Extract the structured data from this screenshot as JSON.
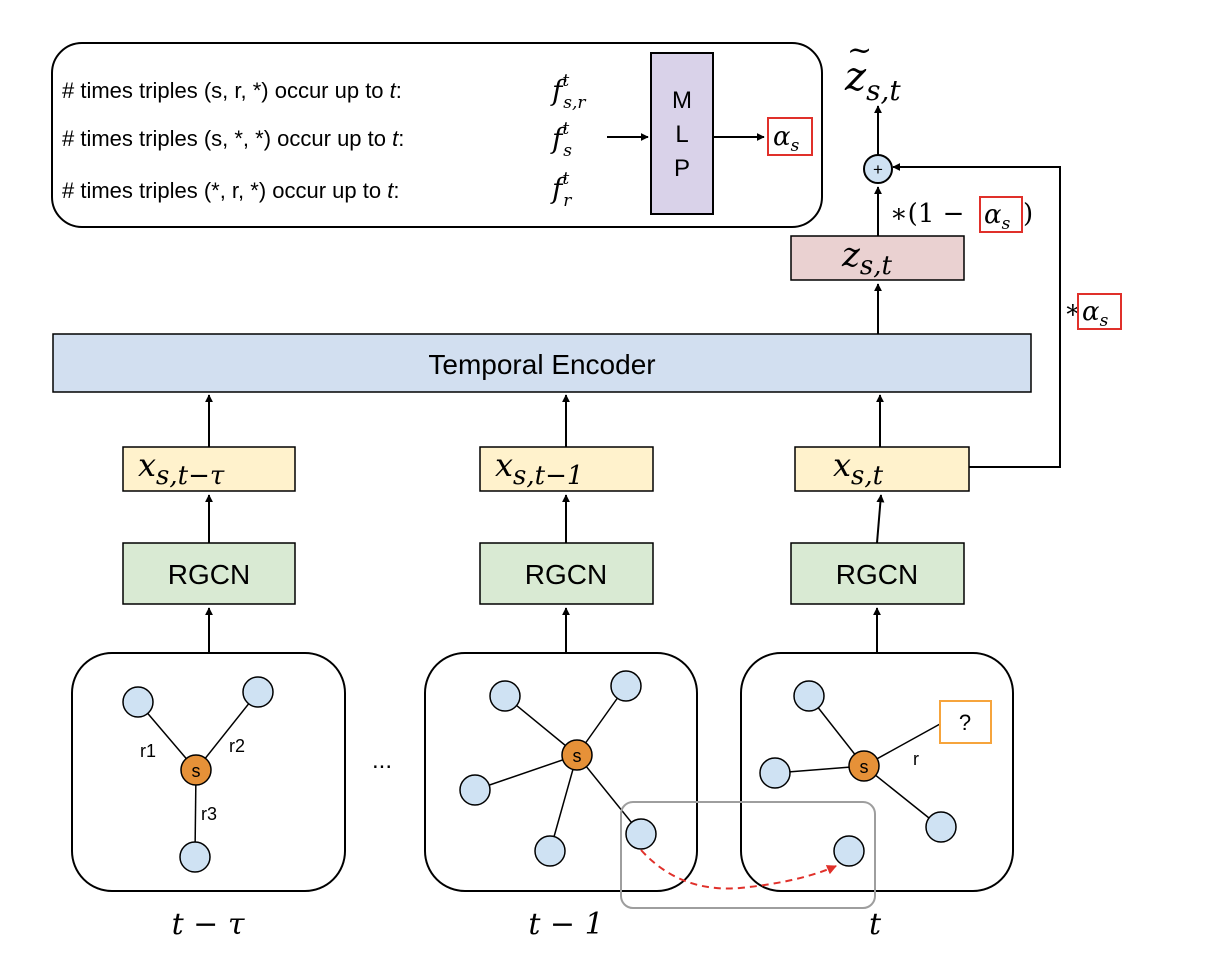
{
  "legend": {
    "rows": [
      {
        "prefix": "# times triples (s, r, *) occur up to ",
        "t": "t",
        "colon": ":",
        "feature_base": "f",
        "feature_sup": "t",
        "feature_sub": "s,r"
      },
      {
        "prefix": "# times triples (s, *, *) occur up to ",
        "t": "t",
        "colon": ":",
        "feature_base": "f",
        "feature_sup": "t",
        "feature_sub": "s"
      },
      {
        "prefix": "# times triples (*, r, *) occur up to ",
        "t": "t",
        "colon": ":",
        "feature_base": "f",
        "feature_sup": "t",
        "feature_sub": "r"
      }
    ],
    "mlp_letters": [
      "M",
      "L",
      "P"
    ],
    "alpha_base": "α",
    "alpha_sub": "s"
  },
  "output": {
    "z_tilde_base": "z",
    "z_tilde_tilde": "~",
    "z_tilde_sub": "s,t"
  },
  "z_box": {
    "base": "z",
    "sub": "s,t"
  },
  "plus_symbol": "+",
  "scale_1_minus": {
    "prefix": "∗(1 − ",
    "alpha_base": "α",
    "alpha_sub": "s",
    "suffix": ")"
  },
  "scale_alpha": {
    "prefix": "∗",
    "alpha_base": "α",
    "alpha_sub": "s"
  },
  "temporal_encoder": "Temporal Encoder",
  "inputs": [
    {
      "base": "x",
      "sub": "s,t−τ"
    },
    {
      "base": "x",
      "sub": "s,t−1"
    },
    {
      "base": "x",
      "sub": "s,t"
    }
  ],
  "rgcn_label": "RGCN",
  "ellipsis": "...",
  "graphs": {
    "center_label": "s",
    "g1_edges": [
      "r1",
      "r2",
      "r3"
    ],
    "g3_edge": "r",
    "query": "?"
  },
  "time_labels": [
    "t − τ",
    "t − 1",
    "t"
  ],
  "colors": {
    "mlp_fill": "#d9d2e9",
    "z_fill": "#ead1d1",
    "encoder_fill": "#d2dff0",
    "x_fill": "#fff2cc",
    "rgcn_fill": "#d9ead3",
    "node_fill": "#cfe2f3",
    "center_fill": "#e69138",
    "alpha_border": "#e0302a",
    "query_border": "#f6a43c",
    "dashed_arrow": "#e0302a",
    "highlight_box": "#9e9e9e"
  }
}
